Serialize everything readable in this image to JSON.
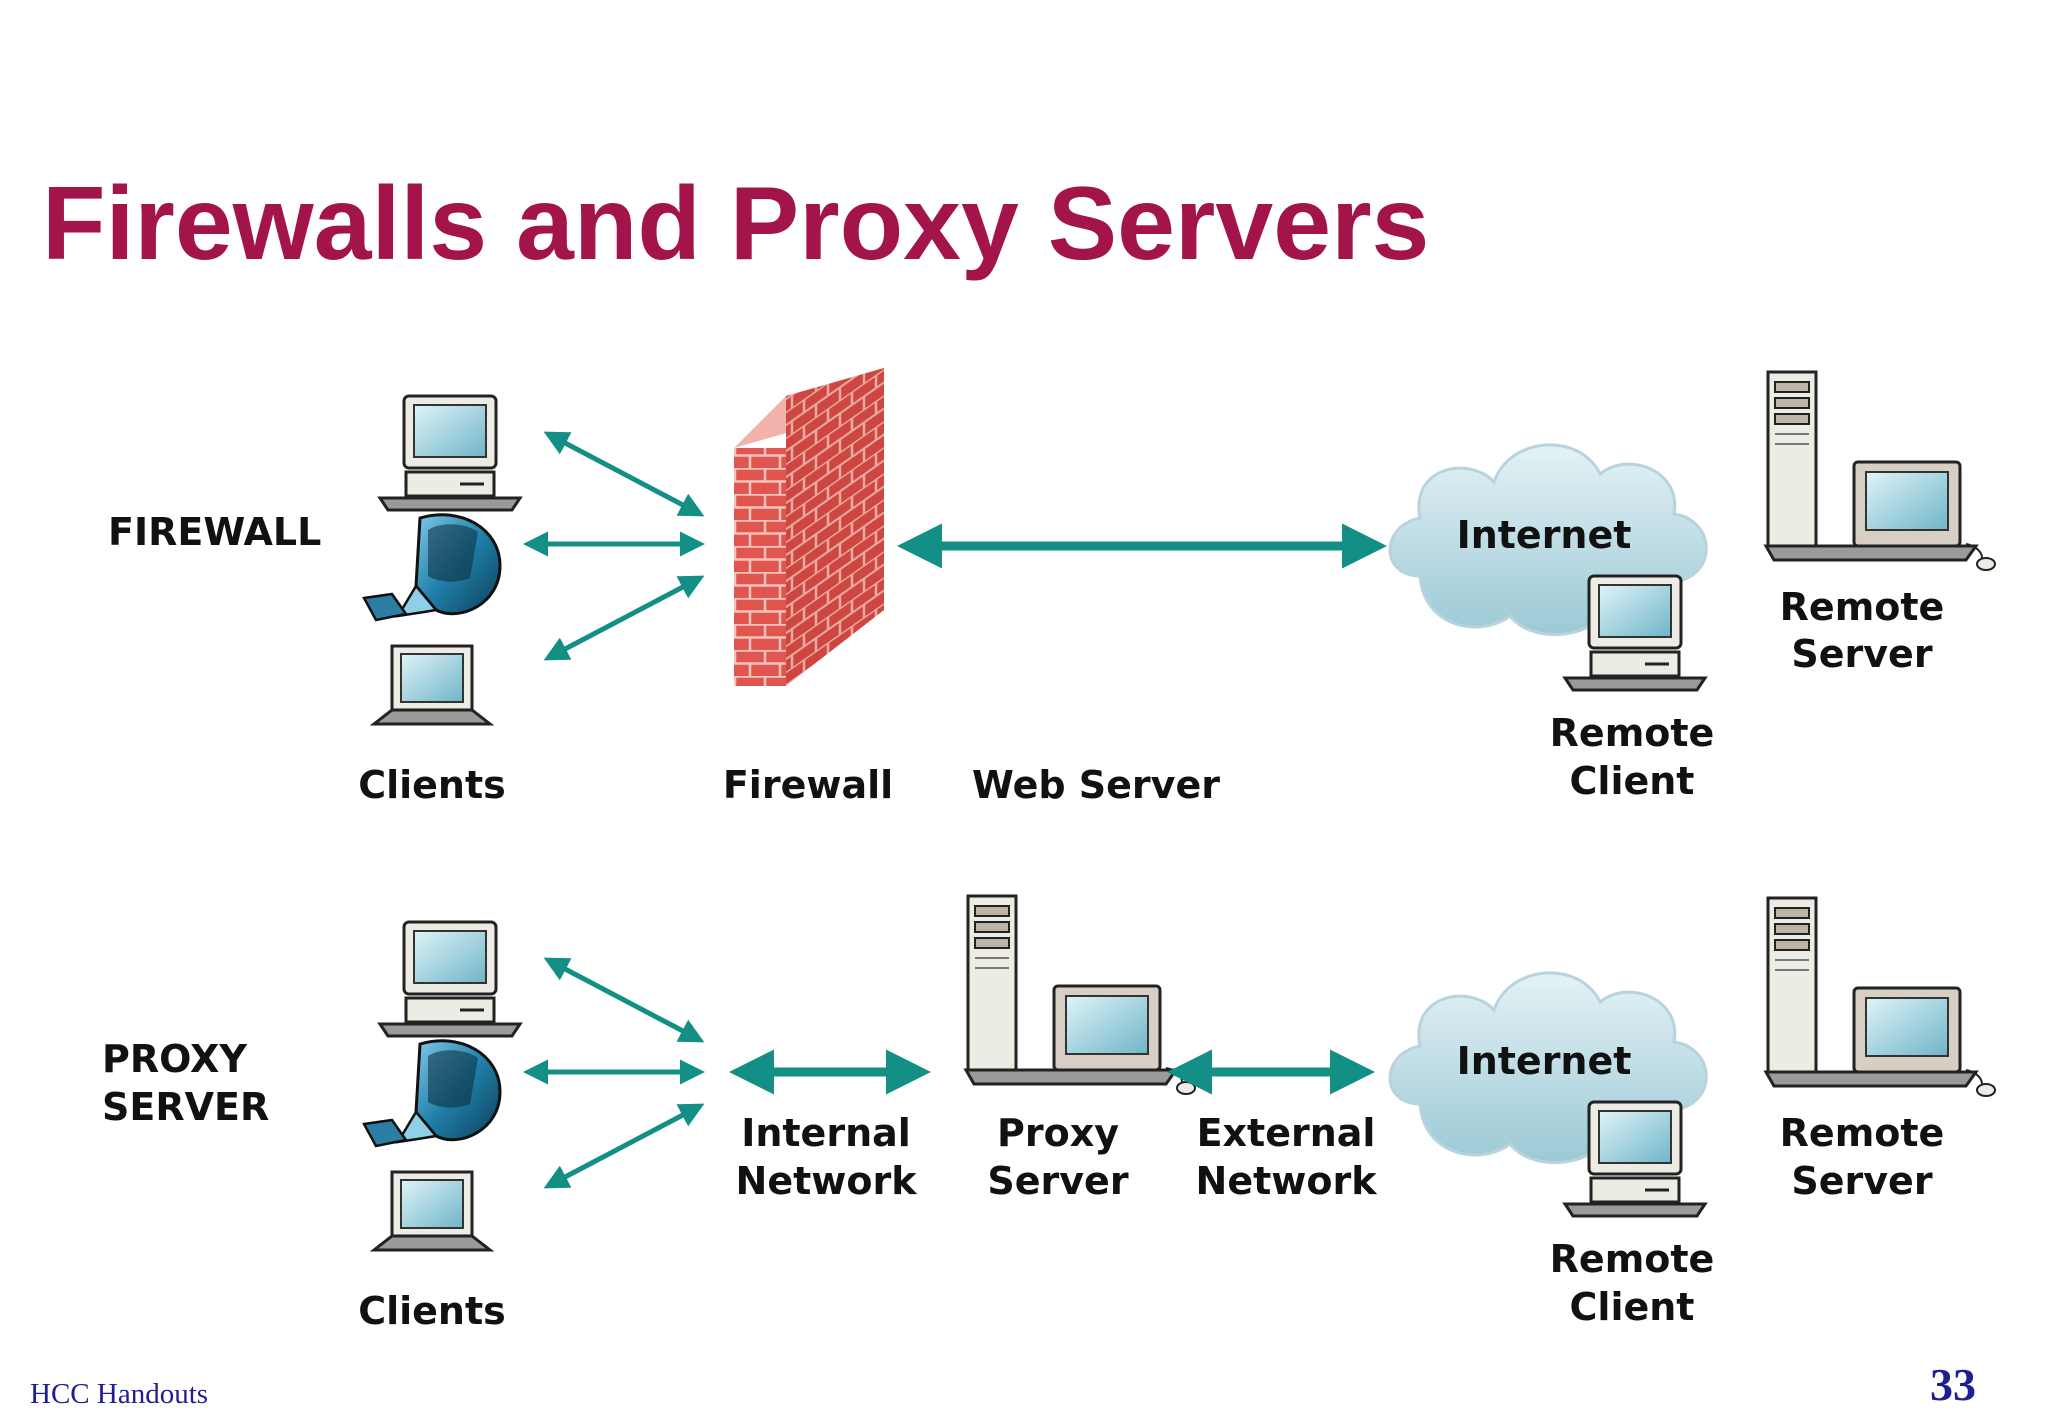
{
  "title": "Firewalls and Proxy Servers",
  "footer": {
    "left": "HCC Handouts",
    "page_number": "33"
  },
  "colors": {
    "title": "#a3154a",
    "arrow": "#138f86",
    "brick": "#e0564f",
    "footer_text": "#1f1f8f",
    "cloud": "#c8e1e8"
  },
  "firewall_section": {
    "heading": "FIREWALL",
    "clients_label": "Clients",
    "firewall_label": "Firewall",
    "webserver_label": "Web Server",
    "internet_label": "Internet",
    "remote_client_label": [
      "Remote",
      "Client"
    ],
    "remote_server_label": [
      "Remote",
      "Server"
    ]
  },
  "proxy_section": {
    "heading": [
      "PROXY",
      "SERVER"
    ],
    "clients_label": "Clients",
    "internal_network_label": [
      "Internal",
      "Network"
    ],
    "proxy_server_label": [
      "Proxy",
      "Server"
    ],
    "external_network_label": [
      "External",
      "Network"
    ],
    "internet_label": "Internet",
    "remote_client_label": [
      "Remote",
      "Client"
    ],
    "remote_server_label": [
      "Remote",
      "Server"
    ]
  },
  "icons": [
    "desktop-computer-icon",
    "imac-computer-icon",
    "laptop-computer-icon",
    "brick-wall-icon",
    "cloud-icon",
    "tower-server-icon",
    "double-arrow-icon"
  ]
}
